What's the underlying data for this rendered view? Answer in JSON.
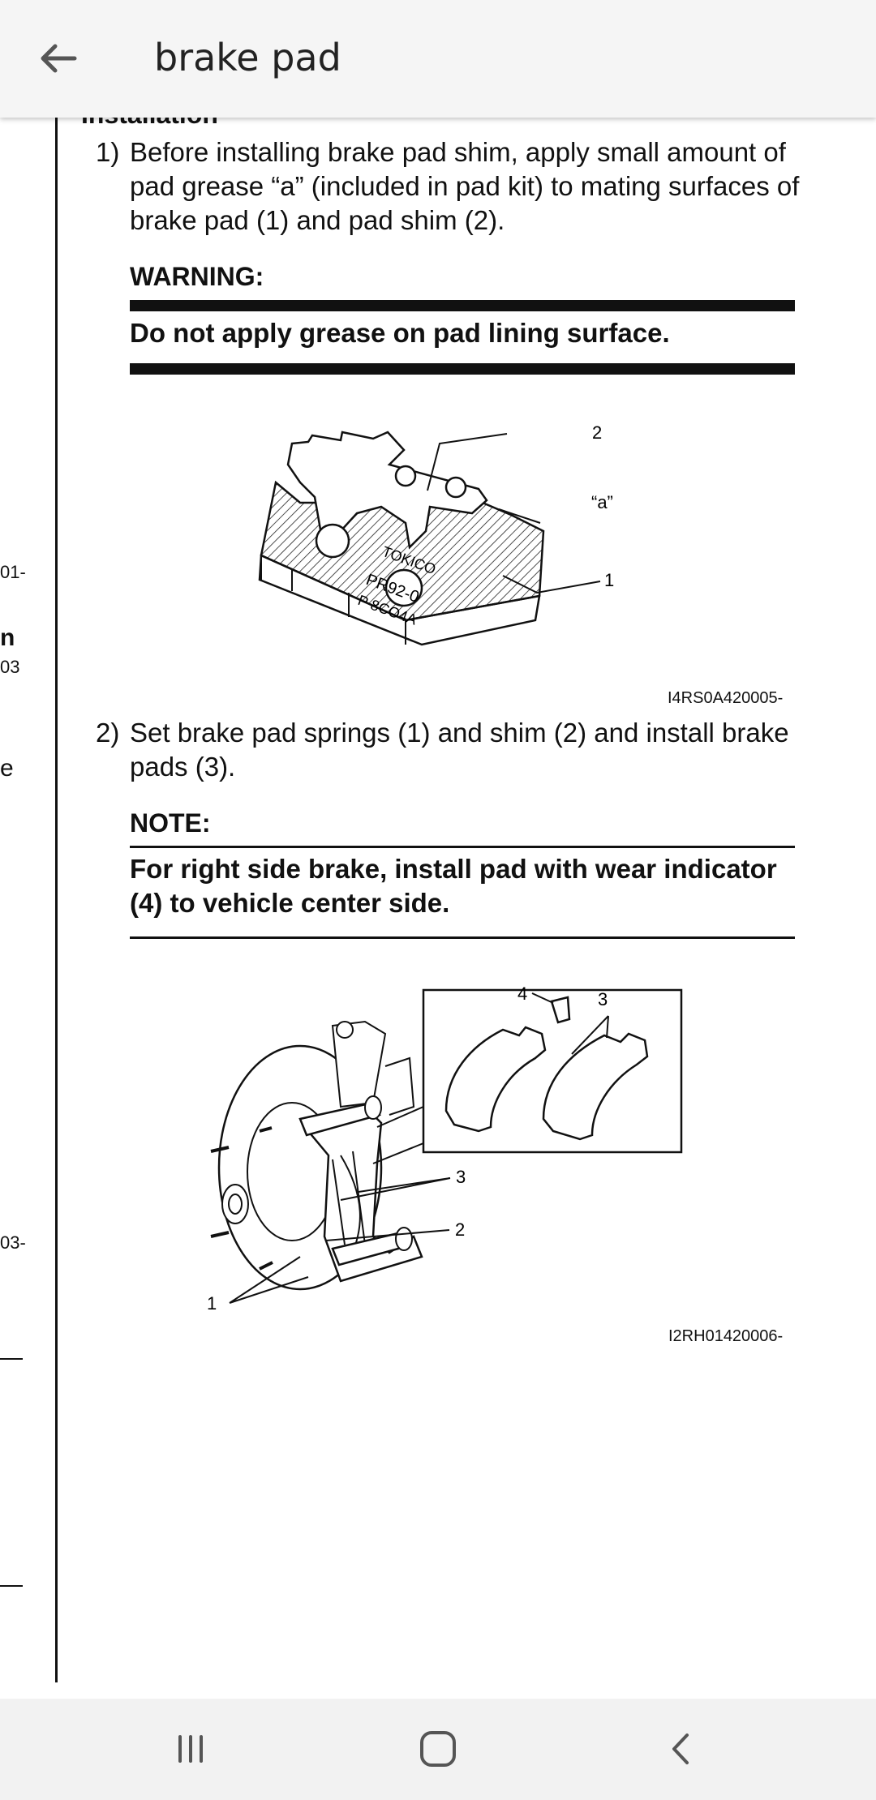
{
  "app_bar": {
    "title": "brake pad"
  },
  "doc": {
    "cut_heading": "Installation",
    "left_fragments": [
      "01-",
      "n",
      "03",
      "e",
      "03-"
    ],
    "step1": {
      "num": "1)",
      "text": "Before installing brake pad shim, apply small amount of pad grease “a” (included in pad kit) to mating surfaces of brake pad (1) and pad shim (2)."
    },
    "warning": {
      "title": "WARNING:",
      "text": "Do not apply grease on pad lining surface."
    },
    "figure1": {
      "code": "I4RS0A420005-",
      "labels": {
        "l2": "2",
        "la": "“a”",
        "l1": "1"
      },
      "pad_text": [
        "TOKICO",
        "PR92-0",
        "P 8CO4A"
      ]
    },
    "step2": {
      "num": "2)",
      "text": "Set brake pad springs (1) and shim (2) and install brake pads (3)."
    },
    "note": {
      "title": "NOTE:",
      "text": "For right side brake, install pad with wear indicator (4) to vehicle center side."
    },
    "figure2": {
      "code": "I2RH01420006-",
      "labels": {
        "l4": "4",
        "l3a": "3",
        "l3b": "3",
        "l2": "2",
        "l1": "1"
      }
    }
  },
  "nav": {
    "recents": "recents-icon",
    "home": "home-icon",
    "back": "back-icon"
  }
}
